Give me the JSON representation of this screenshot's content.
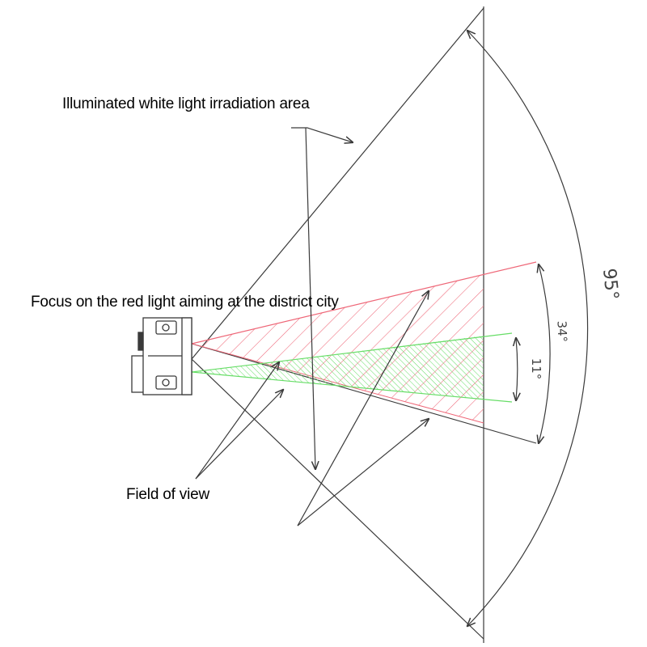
{
  "labels": {
    "white_light_area": "Illuminated white light irradiation area",
    "red_light_aiming": "Focus on the red light aiming at the district city",
    "field_of_view": "Field of view"
  },
  "angles": {
    "white_light": "95°",
    "red_light": "34°",
    "field_of_view": "11°"
  },
  "colors": {
    "line": "#3a3a3a",
    "red_hatch": "#ee6677",
    "green_hatch": "#66dd66"
  }
}
